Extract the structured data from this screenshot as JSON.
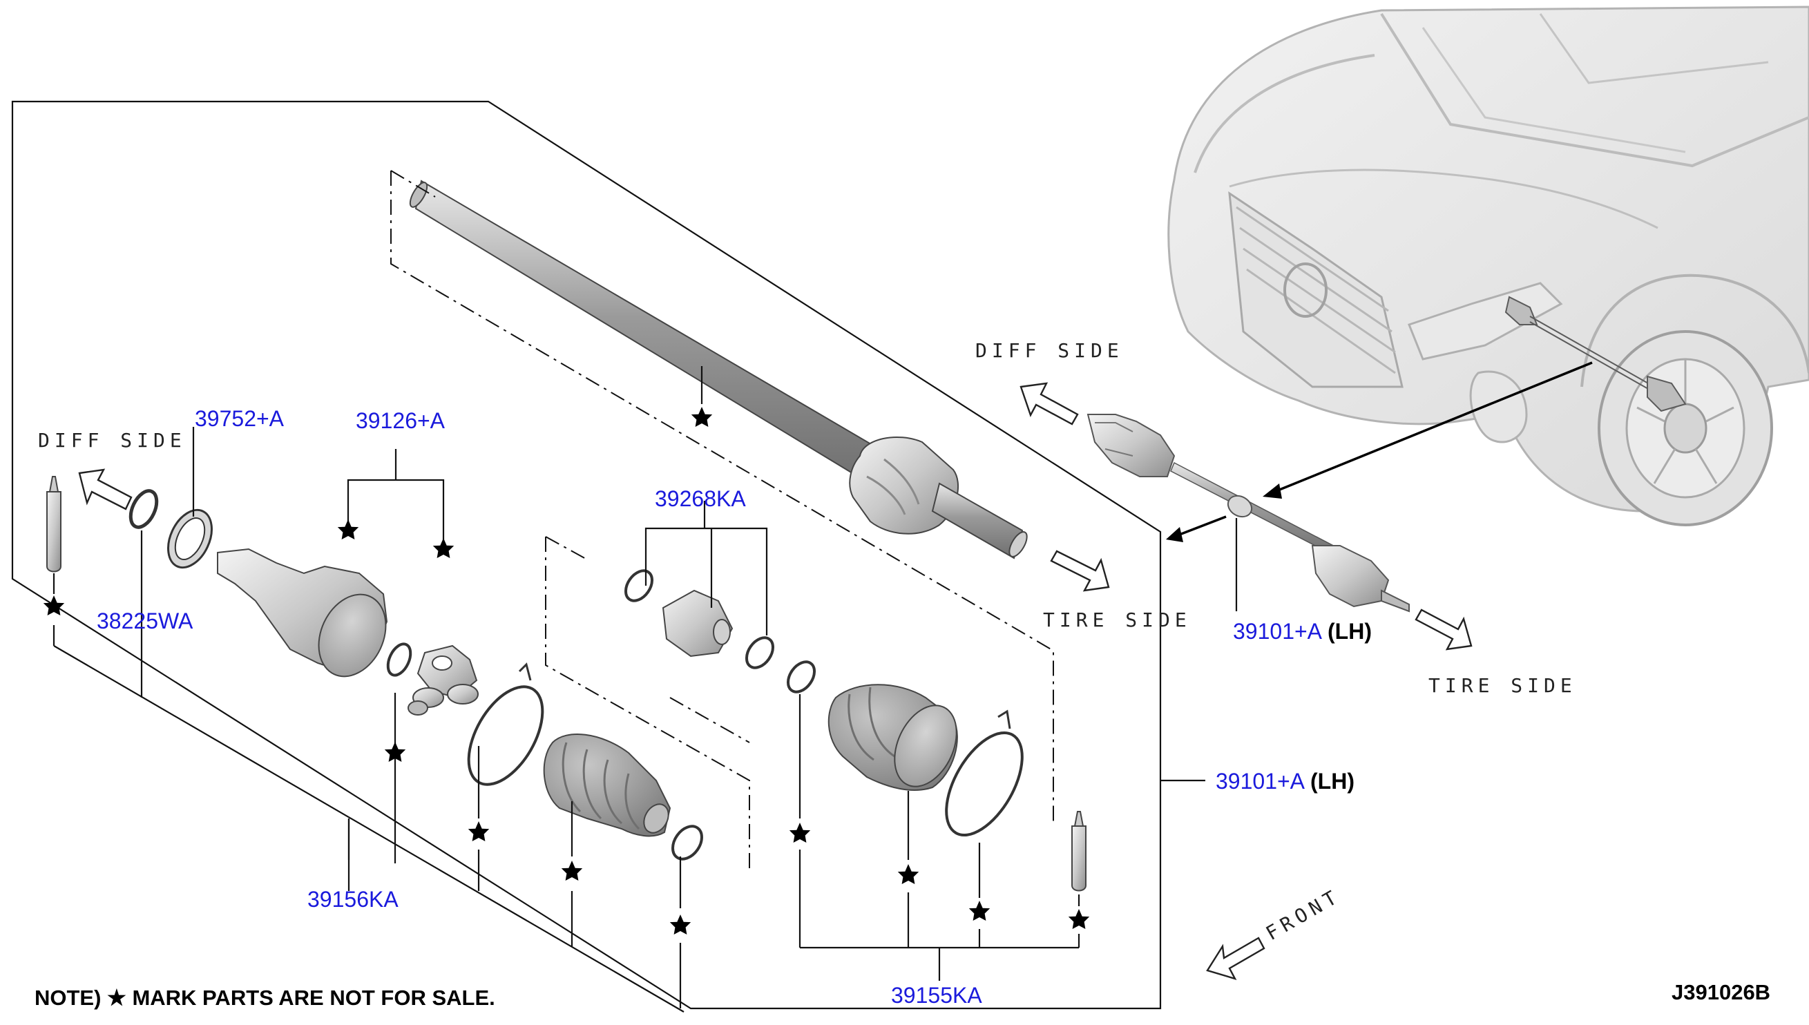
{
  "diagram": {
    "parts": {
      "p39752": {
        "number": "39752+A"
      },
      "p39126": {
        "number": "39126+A"
      },
      "p39268": {
        "number": "39268KA"
      },
      "p38225": {
        "number": "38225WA"
      },
      "p39156": {
        "number": "39156KA"
      },
      "p39155": {
        "number": "39155KA"
      },
      "p39101_callout": {
        "number": "39101+A",
        "side": "(LH)"
      },
      "p39101_car": {
        "number": "39101+A",
        "side": "(LH)"
      }
    },
    "directions": {
      "diff_left": "DIFF SIDE",
      "diff_car": "DIFF SIDE",
      "tire_main": "TIRE SIDE",
      "tire_car": "TIRE SIDE",
      "front": "FRONT"
    },
    "note": "NOTE) ★ MARK PARTS ARE NOT FOR SALE.",
    "diagram_id": "J391026B"
  },
  "colors": {
    "part_number": "#1a1adc",
    "text": "#000000",
    "line": "#111111"
  }
}
